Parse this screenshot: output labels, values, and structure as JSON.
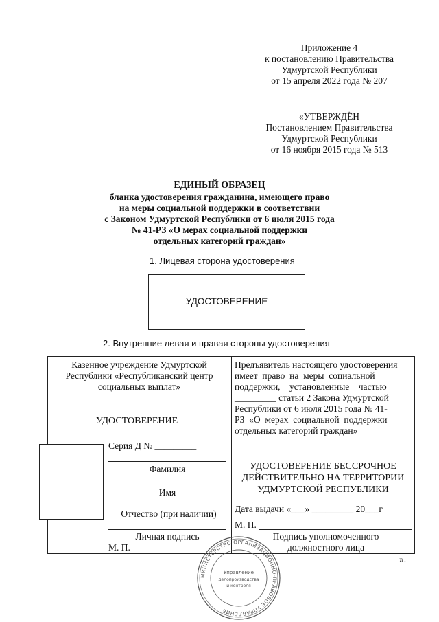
{
  "appendix": {
    "line1": "Приложение 4",
    "line2": "к постановлению Правительства",
    "line3": "Удмуртской Республики",
    "line4": "от 15 апреля 2022 года № 207"
  },
  "approved": {
    "line1": "«УТВЕРЖДЁН",
    "line2": "Постановлением Правительства",
    "line3": "Удмуртской Республики",
    "line4": "от 16 ноября 2015 года № 513"
  },
  "title": {
    "main": "ЕДИНЫЙ ОБРАЗЕЦ",
    "sub1": "бланка удостоверения гражданина, имеющего право",
    "sub2": "на меры социальной поддержки в соответствии",
    "sub3": "с Законом Удмуртской Республики от 6 июля 2015 года",
    "sub4": "№ 41-РЗ «О мерах социальной поддержки",
    "sub5": "отдельных категорий граждан»"
  },
  "section1": {
    "heading": "1.  Лицевая сторона удостоверения",
    "cover_text": "УДОСТОВЕРЕНИЕ"
  },
  "section2": {
    "heading": "2.  Внутренние левая и правая стороны удостоверения"
  },
  "left_page": {
    "org_line1": "Казенное учреждение Удмуртской",
    "org_line2": "Республики «Республиканский центр",
    "org_line3": "социальных выплат»",
    "cert_title": "УДОСТОВЕРЕНИЕ",
    "series": "Серия Д № _________",
    "surname_label": "Фамилия",
    "name_label": "Имя",
    "patronymic_label": "Отчество (при наличии)",
    "signature_label": "Личная подпись",
    "stamp_mark": "М. П."
  },
  "right_page": {
    "p1": "Предъявитель настоящего удостоверения",
    "p2": "имеет  право  на  меры  социальной",
    "p3": "поддержки,    установленные    частью",
    "p4": "_________ статьи 2 Закона Удмуртской",
    "p5": "Республики от 6 июля 2015 года № 41-",
    "p6": "РЗ  «О  мерах  социальной  поддержки",
    "p7": "отдельных категорий граждан»",
    "validity1": "УДОСТОВЕРЕНИЕ БЕССРОЧНОЕ",
    "validity2": "ДЕЙСТВИТЕЛЬНО НА ТЕРРИТОРИИ",
    "validity3": "УДМУРТСКОЙ РЕСПУБЛИКИ",
    "issue_date": "Дата выдачи «___» _________ 20___г",
    "stamp_mark": "М. П.",
    "official_sig1": "Подпись уполномоченного",
    "official_sig2": "должностного лица"
  },
  "closing_mark": "».",
  "seal": {
    "ring_text": "МИНИСТЕРСТВО ОРГАНИЗАЦИОННО-ПРАВОВОЕ УПРАВЛЕНИЕ",
    "center1": "Управление",
    "center2": "делопроизводства",
    "center3": "и контроля"
  }
}
